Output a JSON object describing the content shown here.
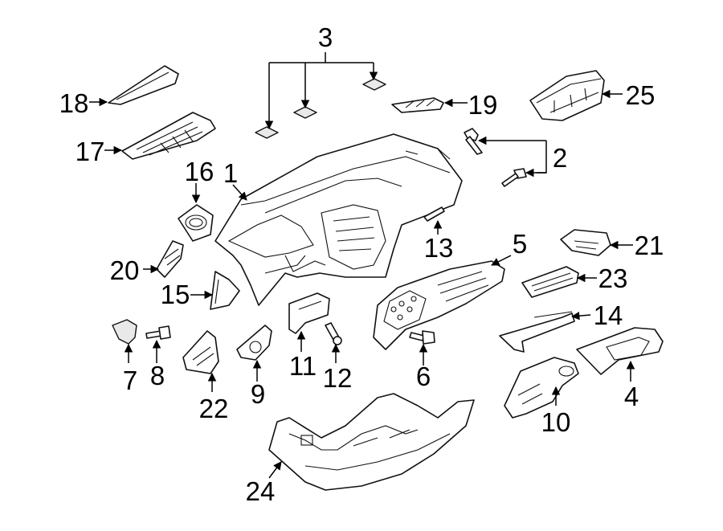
{
  "callouts": {
    "c1": "1",
    "c2": "2",
    "c3": "3",
    "c4": "4",
    "c5": "5",
    "c6": "6",
    "c7": "7",
    "c8": "8",
    "c9": "9",
    "c10": "10",
    "c11": "11",
    "c12": "12",
    "c13": "13",
    "c14": "14",
    "c15": "15",
    "c16": "16",
    "c17": "17",
    "c18": "18",
    "c19": "19",
    "c20": "20",
    "c21": "21",
    "c22": "22",
    "c23": "23",
    "c24": "24",
    "c25": "25"
  },
  "colors": {
    "line": "#111111",
    "background": "#ffffff"
  }
}
